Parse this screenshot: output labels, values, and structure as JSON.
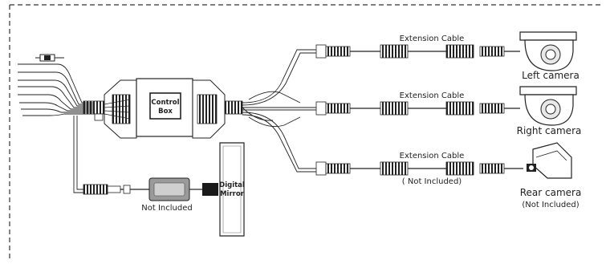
{
  "box": {
    "line1": "Control",
    "line2": "Box"
  },
  "mirror": {
    "line1": "Digital",
    "line2": "Mirror"
  },
  "labels": {
    "not_included_adapter": "Not Included",
    "extension_1": "Extension Cable",
    "extension_2": "Extension Cable",
    "extension_3": "Extension Cable",
    "extension_3_note": "( Not Included)",
    "left_camera": "Left camera",
    "right_camera": "Right camera",
    "rear_camera": "Rear camera",
    "rear_camera_note": "(Not Included)"
  },
  "colors": {
    "line": "#222222",
    "dash": "#333333",
    "dark": "#1a1a1a",
    "grey": "#9a9a9a"
  }
}
